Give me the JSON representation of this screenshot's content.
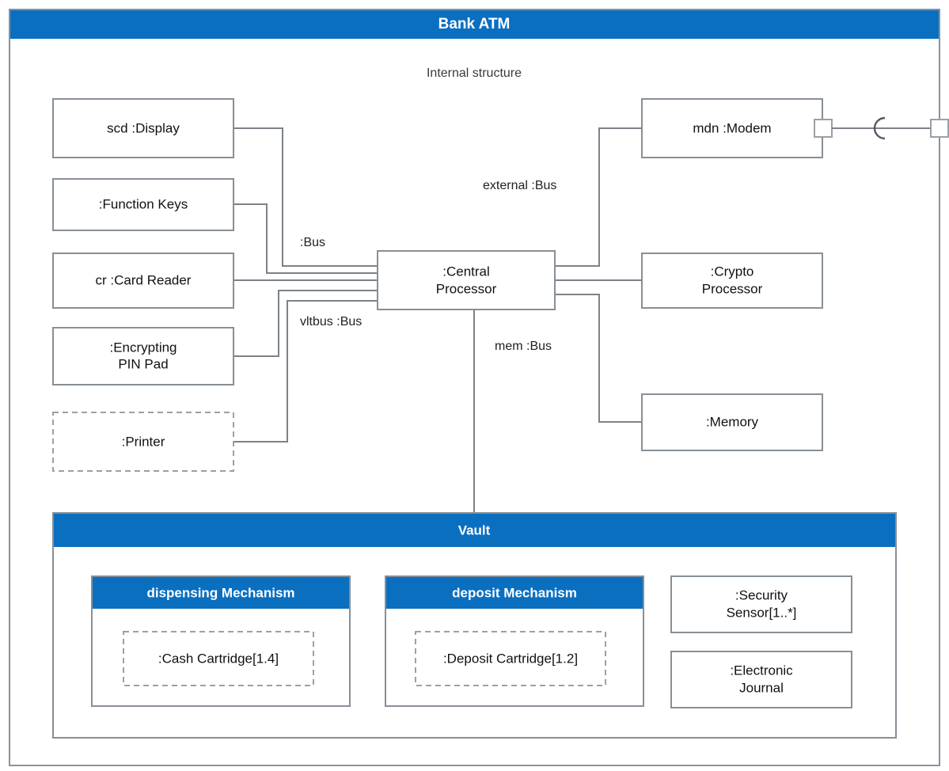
{
  "diagram": {
    "kind": "uml-composite-structure",
    "root": {
      "title": "Bank ATM",
      "note": "Internal structure",
      "header_color": "#0b6fc0",
      "border_color": "#8a929c"
    },
    "parts": {
      "display": "scd :Display",
      "function_keys": ":Function Keys",
      "card_reader": "cr :Card Reader",
      "pin_pad_line1": ":Encrypting",
      "pin_pad_line2": "PIN Pad",
      "printer": ":Printer",
      "central_processor_line1": ":Central",
      "central_processor_line2": "Processor",
      "modem": "mdn :Modem",
      "crypto_line1": ":Crypto",
      "crypto_line2": "Processor",
      "memory": ":Memory"
    },
    "connectors": {
      "bus": ":Bus",
      "external_bus": "external :Bus",
      "vltbus": "vltbus :Bus",
      "mem_bus": "mem :Bus"
    },
    "vault": {
      "title": "Vault",
      "dispensing": {
        "title": "dispensing Mechanism",
        "part": ":Cash Cartridge[1.4]"
      },
      "deposit": {
        "title": "deposit Mechanism",
        "part": ":Deposit Cartridge[1.2]"
      },
      "security_sensor_line1": ":Security",
      "security_sensor_line2": "Sensor[1..*]",
      "electronic_journal_line1": ":Electronic",
      "electronic_journal_line2": "Journal"
    }
  }
}
